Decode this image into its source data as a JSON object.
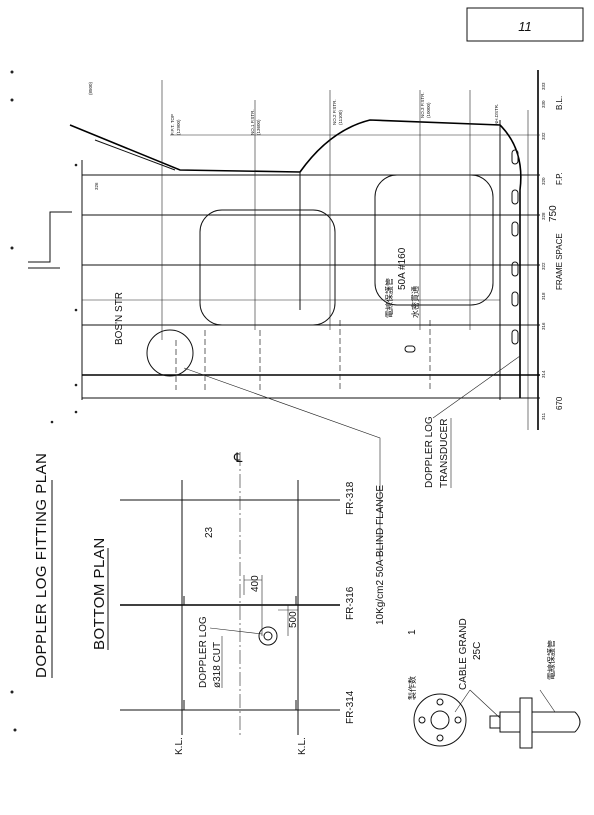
{
  "page_number": "11",
  "title": "DOPPLER LOG FITTING PLAN",
  "bottom_plan": {
    "heading": "BOTTOM PLAN",
    "frames": [
      "FR-314",
      "FR-316",
      "FR-318"
    ],
    "kl_top": "K.L.",
    "kl_bottom": "K.L.",
    "centerline": "℄",
    "spacing_label": "23",
    "dim_400": "400",
    "dim_500": "500",
    "log_label": "DOPPLER LOG",
    "cut_label": "ø318 CUT",
    "flange_note": "10Kg/cm2 50A BLIND FLANGE"
  },
  "section_view": {
    "bosn_store": "BOS'N STR",
    "pipe_label": "50A #160",
    "cable_pipe_jp": "電線保護管",
    "watertight_jp": "水密貫通",
    "transducer_label_1": "DOPPLER LOG",
    "transducer_label_2": "TRANSDUCER",
    "frame_space_label": "FRAME SPACE",
    "frame_space_value": "750",
    "dim_670": "670",
    "fp_label": "F.P.",
    "bl_label": "B.L.",
    "deck_labels": [
      "F.P.T. TOP",
      "NO.1 P.STR.",
      "NO.2 P.STR.",
      "NO.3 P.STR.",
      "NH.DSTR."
    ],
    "deck_heights": [
      "(12900)",
      "(13600)",
      "(11100)",
      "(10000)",
      "(8500)"
    ],
    "frames_bottom": [
      "311",
      "314",
      "316",
      "318",
      "320",
      "322",
      "326",
      "328",
      "330",
      "332",
      "333"
    ]
  },
  "detail": {
    "qty_label": "製作数",
    "qty_value": "1",
    "cable_grand_1": "CABLE GRAND",
    "cable_grand_2": "25C",
    "pipe_jp": "電線保護管"
  }
}
